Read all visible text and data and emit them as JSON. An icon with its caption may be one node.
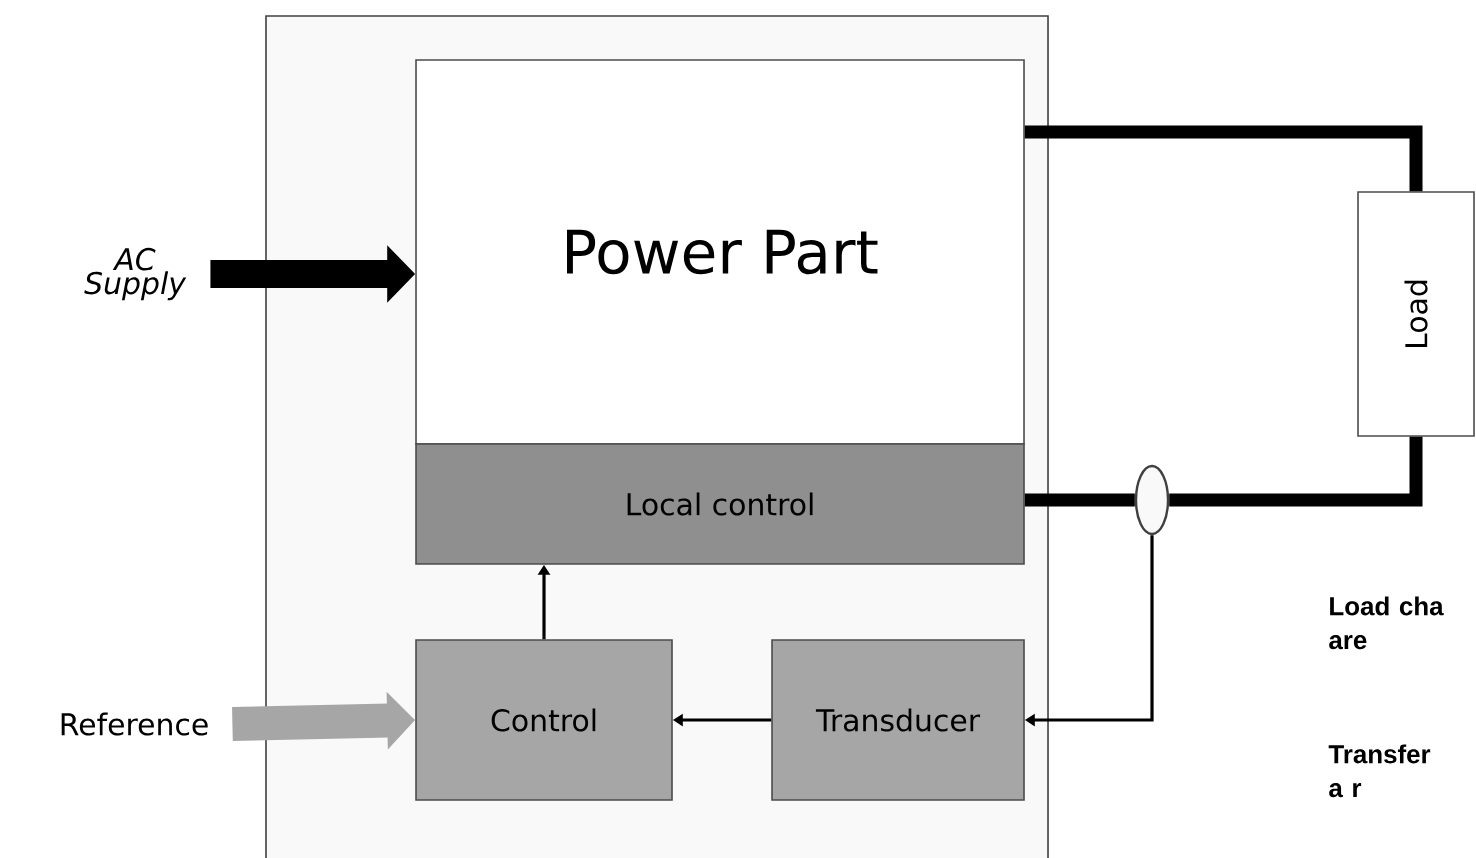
{
  "diagram": {
    "nodes": [
      {
        "text": [],
        "shape": "box"
      },
      {
        "text": [
          "Power Part"
        ],
        "in": 0
      },
      {
        "text": [
          "Local control"
        ],
        "in": 0
      },
      {
        "text": [
          "Control"
        ],
        "in": 0
      },
      {
        "text": [
          "Transducer"
        ],
        "in": 0
      },
      {
        "text": [
          "Load"
        ]
      },
      {
        "text": [
          "AC Supply"
        ]
      },
      {
        "text": [
          "Reference"
        ]
      },
      {
        "text": [],
        "shape": "ellipse"
      }
    ],
    "edges": [
      {
        "from": 6,
        "to": 1,
        "arrow": "to",
        "style": "thick"
      },
      {
        "from": 7,
        "to": 3,
        "arrow": "to",
        "style": "thick",
        "color": "#a6a6a6"
      },
      {
        "from": 3,
        "to": 2,
        "arrow": "to"
      },
      {
        "from": 4,
        "to": 3,
        "arrow": "to"
      },
      {
        "from": 8,
        "to": 4,
        "arrow": "to"
      },
      {
        "from": 1,
        "to": 5,
        "arrow": "none"
      },
      {
        "from": 2,
        "to": 8,
        "arrow": "none"
      },
      {
        "from": 8,
        "to": 5,
        "arrow": "none"
      }
    ],
    "labels": [
      "Load cha are",
      "Transfer a r"
    ]
  }
}
